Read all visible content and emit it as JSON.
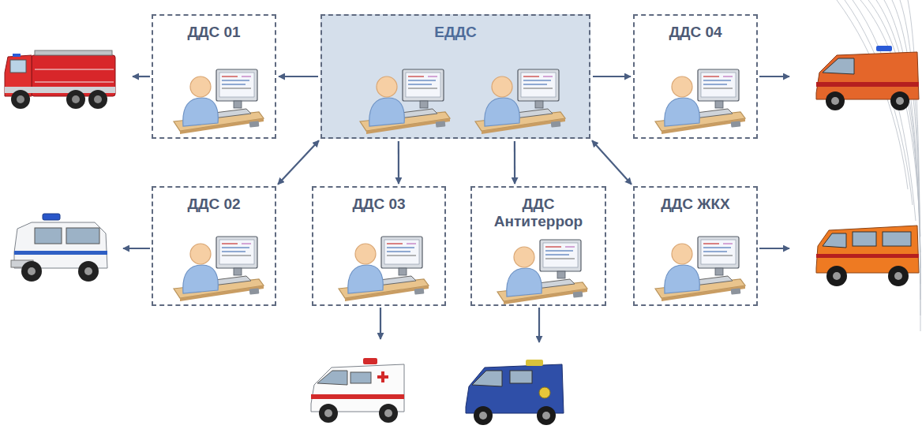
{
  "diagram": {
    "nodes": [
      {
        "text": [
          "ДДС 01"
        ]
      },
      {
        "text": [
          "ЕДДС"
        ]
      },
      {
        "text": [
          "ДДС 04"
        ]
      },
      {
        "text": [
          "ДДС 02"
        ]
      },
      {
        "text": [
          "ДДС 03"
        ]
      },
      {
        "text": [
          "ДДС Антитеррор"
        ]
      },
      {
        "text": [
          "ДДС ЖКХ"
        ]
      }
    ],
    "edges": [
      {
        "from": 1,
        "to": 0,
        "arrow": "to"
      },
      {
        "from": 1,
        "to": 2,
        "arrow": "to"
      },
      {
        "from": 1,
        "to": 3,
        "arrow": "both"
      },
      {
        "from": 1,
        "to": 4,
        "arrow": "to"
      },
      {
        "from": 1,
        "to": 5,
        "arrow": "to"
      },
      {
        "from": 1,
        "to": 6,
        "arrow": "both"
      }
    ]
  }
}
